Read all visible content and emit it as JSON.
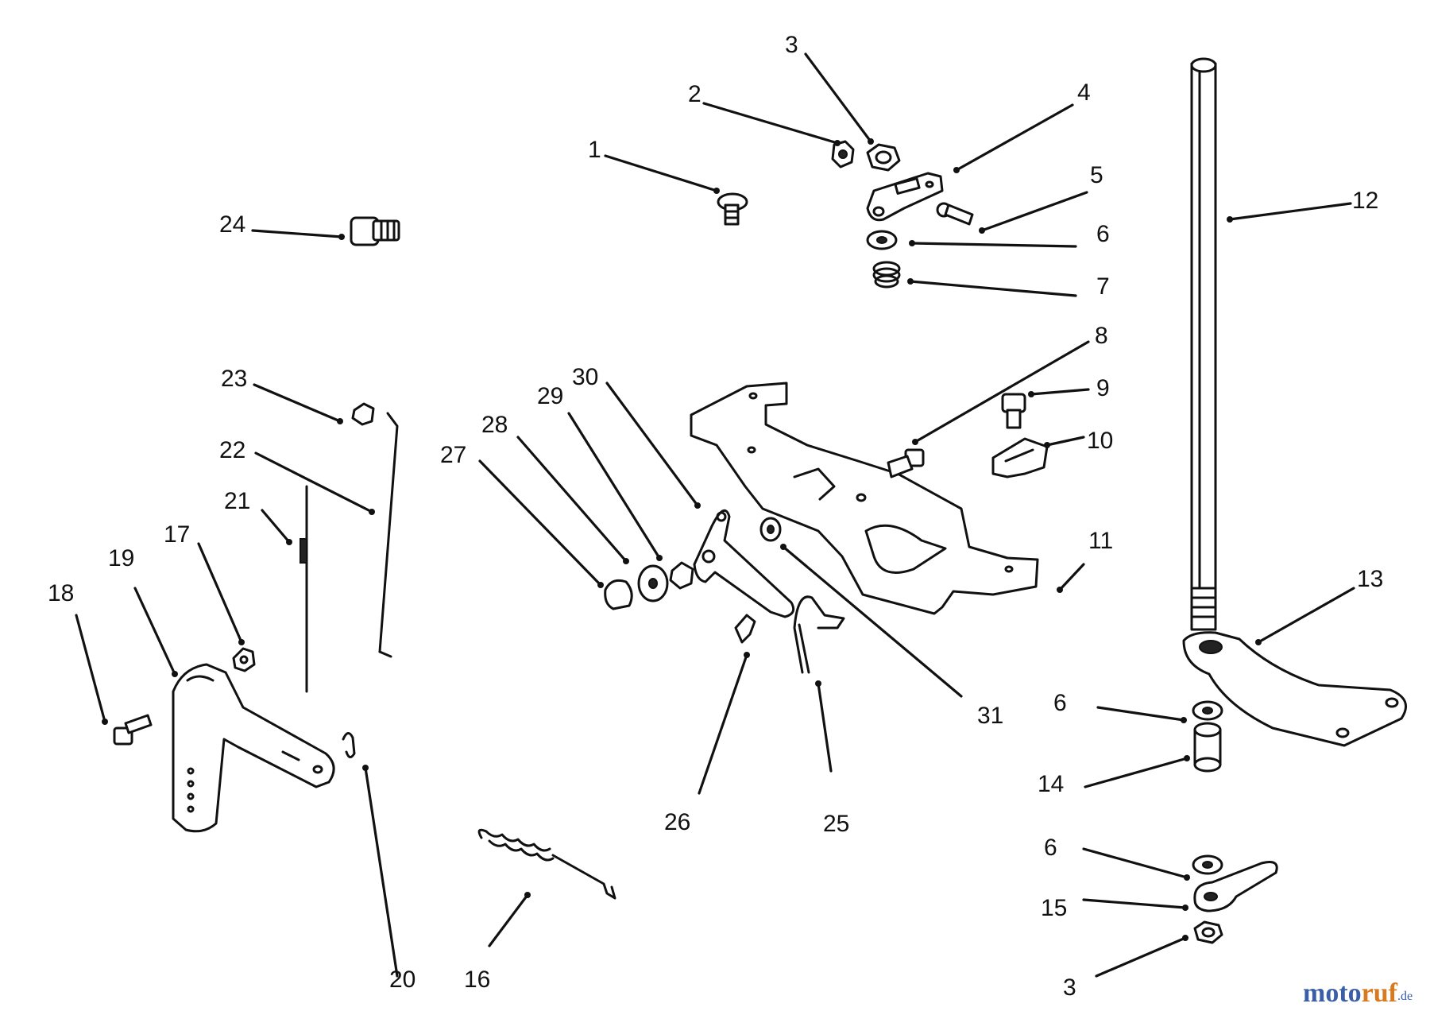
{
  "diagram": {
    "callouts": [
      "1",
      "2",
      "3",
      "4",
      "5",
      "6",
      "7",
      "8",
      "9",
      "10",
      "11",
      "12",
      "13",
      "14",
      "15",
      "16",
      "17",
      "18",
      "19",
      "20",
      "21",
      "22",
      "23",
      "24",
      "25",
      "26",
      "27",
      "28",
      "29",
      "30",
      "31"
    ]
  },
  "watermark": {
    "part1": "moto",
    "part2": "ruf",
    "suffix": ".de"
  }
}
